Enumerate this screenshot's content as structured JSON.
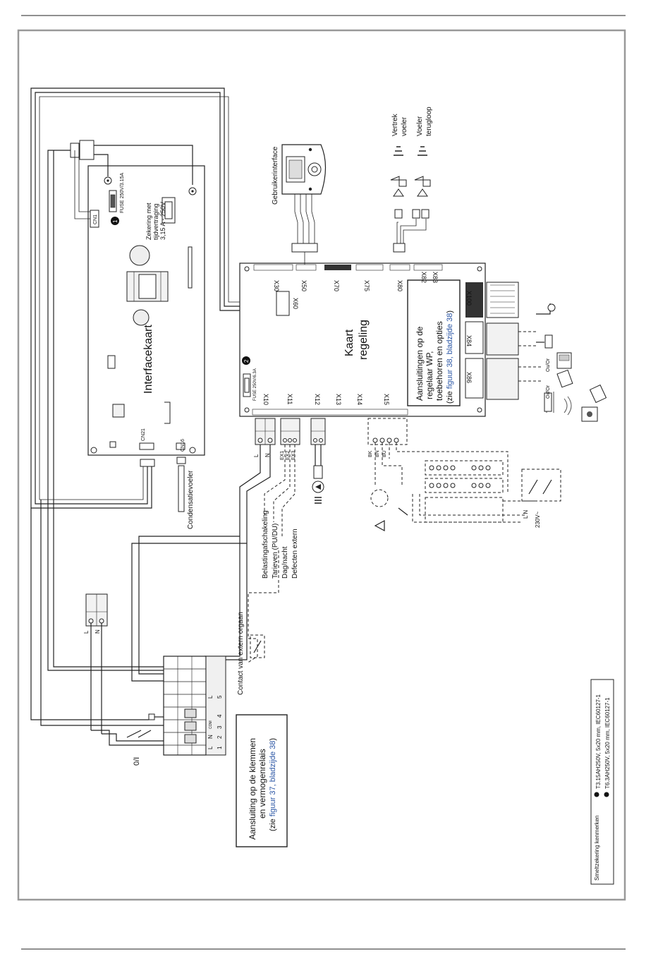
{
  "pcb_interface": {
    "title": "Interfacekaart",
    "fuse_label": "FUSE 250V/3.15A",
    "fuse_desc_1": "Zekering met",
    "fuse_desc_2": "tijdvertraging",
    "fuse_desc_3": "3,15 A - 250V",
    "cn1": "CN1",
    "cn21": "CN21",
    "cn16": "CN16",
    "condensation_sensor": "Condensatievoeler"
  },
  "pcb_control": {
    "title_1": "Kaart",
    "title_2": "regeling",
    "fuse_label": "FUSE 250V/6.3A",
    "connectors_top": [
      "X30",
      "X50",
      "X70",
      "X75",
      "X80",
      "X82",
      "X83"
    ],
    "connectors_bottom": [
      "X10",
      "X11",
      "X12",
      "X13",
      "X14",
      "X15"
    ],
    "connectors_right": [
      "X100",
      "X84",
      "X86"
    ],
    "x60": "X60",
    "options_box": {
      "line1": "Aansluitingen op de",
      "line2": "regelaar WP,",
      "line3": "toebehoren en opties",
      "line4_pre": "(zie ",
      "line4_link": "figuur 38, bladzijde 38",
      "line4_post": ")"
    }
  },
  "user_interface": "Gebruikerinterface",
  "sensors": {
    "flow_1": "Vertrek",
    "flow_2": "voeler",
    "return_1": "Voeler",
    "return_2": "terugloop"
  },
  "x10_labels": [
    "L",
    "N"
  ],
  "x11_labels": [
    "EX1",
    "EX2",
    "EX3"
  ],
  "bus_labels": [
    "BK",
    "BN",
    "BU"
  ],
  "external_inputs": [
    "Belastingafschakeling",
    "Tarieven (PU/DU)",
    "Dag/nacht",
    "Defecten extern"
  ],
  "external_contact": "Contact van extern orgaan",
  "mains_terminal": [
    "L",
    "N"
  ],
  "terminal_block": {
    "top_labels": [
      "L",
      "N",
      "COM",
      "L"
    ],
    "numbers": [
      "1",
      "2",
      "3",
      "4",
      "5"
    ]
  },
  "switch_label": "0/I",
  "relay_box": {
    "line1": "Aansluiting op de klemmen",
    "line2": "en vermogenrelais",
    "line3_pre": "(zie ",
    "line3_link": "figuur 37, bladzijde 38",
    "line3_post": ")"
  },
  "fuse_legend": {
    "title": "Smeltzekering kenmerken",
    "item1": "T3.15AH250V, 5x20 mm, IEC60127-1",
    "item2": "T6.3AH250V, 5x20 mm, IEC60127-1"
  },
  "markers": [
    "1",
    "2"
  ],
  "supply_label": "230V~",
  "supply_terminals": "L N",
  "right_options": [
    "Ou/Or",
    "Ou/Or"
  ]
}
